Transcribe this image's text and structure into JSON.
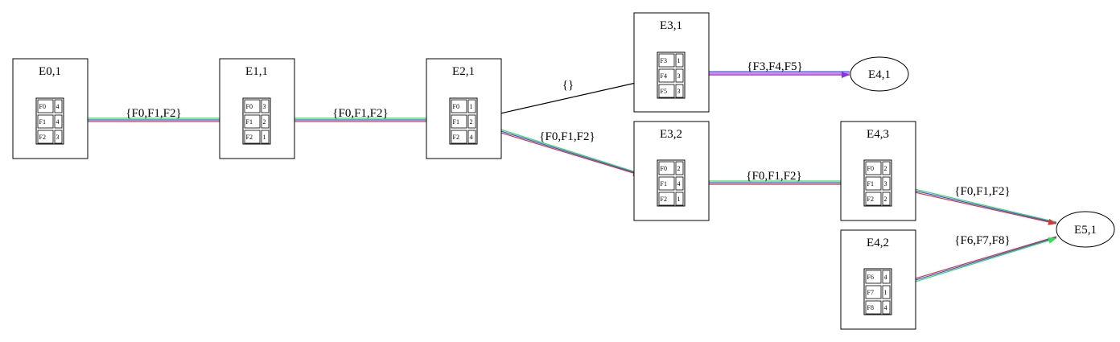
{
  "colors": {
    "stroke": "#000000",
    "green": "#33dd55",
    "blue": "#3355ee",
    "red": "#dd3333",
    "magenta": "#cc33cc",
    "purple": "#8833dd"
  },
  "nodes": {
    "e01": {
      "label": "E0,1",
      "rows": [
        [
          "F0",
          "4"
        ],
        [
          "F1",
          "4"
        ],
        [
          "F2",
          "3"
        ]
      ]
    },
    "e11": {
      "label": "E1,1",
      "rows": [
        [
          "F0",
          "3"
        ],
        [
          "F1",
          "2"
        ],
        [
          "F2",
          "1"
        ]
      ]
    },
    "e21": {
      "label": "E2,1",
      "rows": [
        [
          "F0",
          "1"
        ],
        [
          "F1",
          "2"
        ],
        [
          "F2",
          "4"
        ]
      ]
    },
    "e31": {
      "label": "E3,1",
      "rows": [
        [
          "F3",
          "1"
        ],
        [
          "F4",
          "3"
        ],
        [
          "F5",
          "3"
        ]
      ]
    },
    "e32": {
      "label": "E3,2",
      "rows": [
        [
          "F0",
          "2"
        ],
        [
          "F1",
          "4"
        ],
        [
          "F2",
          "1"
        ]
      ]
    },
    "e43": {
      "label": "E4,3",
      "rows": [
        [
          "F0",
          "2"
        ],
        [
          "F1",
          "3"
        ],
        [
          "F2",
          "2"
        ]
      ]
    },
    "e42": {
      "label": "E4,2",
      "rows": [
        [
          "F6",
          "4"
        ],
        [
          "F7",
          "1"
        ],
        [
          "F8",
          "4"
        ]
      ]
    },
    "e41": {
      "label": "E4,1"
    },
    "e51": {
      "label": "E5,1"
    }
  },
  "edges": {
    "e01_e11": {
      "label": "{F0,F1,F2}"
    },
    "e11_e21": {
      "label": "{F0,F1,F2}"
    },
    "e21_e31": {
      "label": "{}"
    },
    "e21_e32": {
      "label": "{F0,F1,F2}"
    },
    "e31_e41": {
      "label": "{F3,F4,F5}"
    },
    "e32_e43": {
      "label": "{F0,F1,F2}"
    },
    "e43_e51": {
      "label": "{F0,F1,F2}"
    },
    "e42_e51": {
      "label": "{F6,F7,F8}"
    }
  }
}
